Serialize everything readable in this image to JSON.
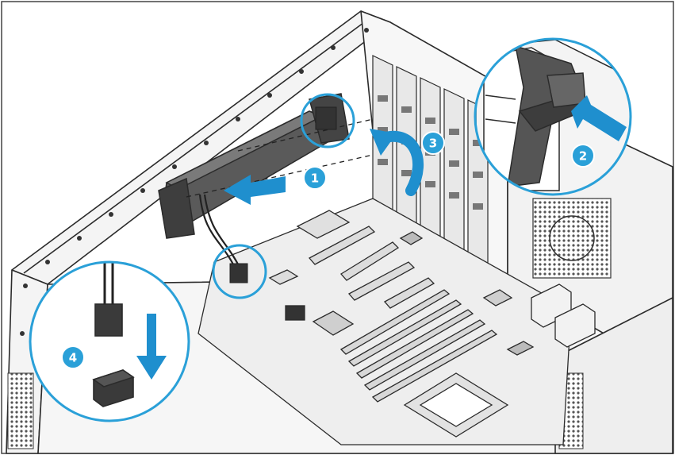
{
  "colors": {
    "accent": "#2aa0d8",
    "arrow": "#1f8fce",
    "line": "#2b2b2b",
    "chassis_fill": "#f4f4f4",
    "dark_part": "#4a4a4a",
    "board_fill": "#eeeeee"
  },
  "steps": [
    {
      "number": "1",
      "icon": "arrow-left-icon"
    },
    {
      "number": "2",
      "icon": "arrow-diagonal-icon"
    },
    {
      "number": "3",
      "icon": "curved-arrow-icon"
    },
    {
      "number": "4",
      "icon": "arrow-down-icon"
    }
  ]
}
